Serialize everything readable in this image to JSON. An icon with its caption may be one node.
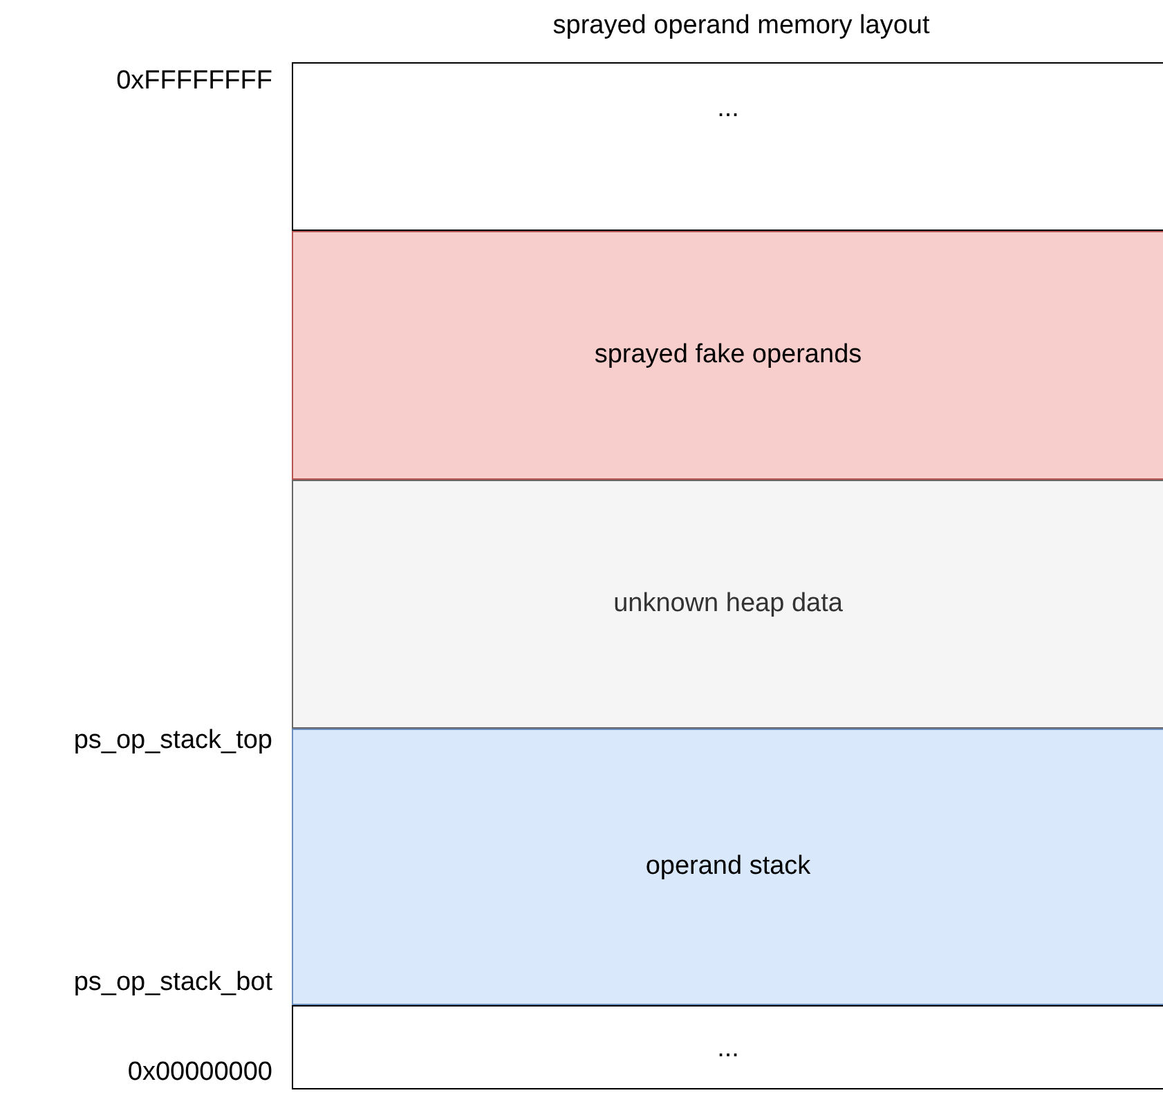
{
  "diagram": {
    "title": "sprayed operand memory layout",
    "nodes": [
      {
        "text": [
          "..."
        ]
      },
      {
        "text": [
          "sprayed fake operands"
        ]
      },
      {
        "text": [
          "unknown heap data"
        ]
      },
      {
        "text": [
          "operand stack"
        ]
      },
      {
        "text": [
          "..."
        ]
      }
    ],
    "labels": [
      "0xFFFFFFFF",
      "ps_op_stack_top",
      "ps_op_stack_bot",
      "0x00000000"
    ]
  }
}
